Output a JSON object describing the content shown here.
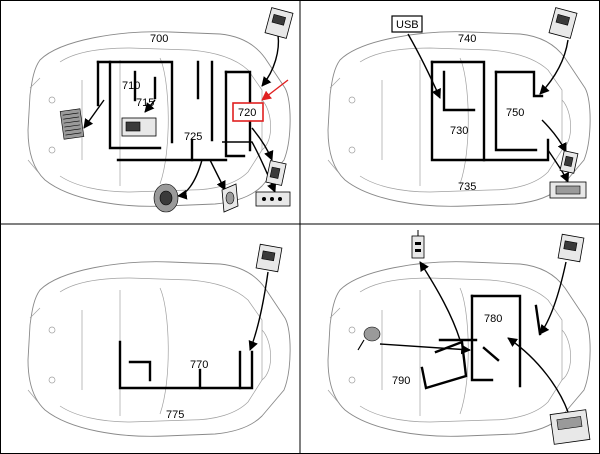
{
  "labels": {
    "p700": "700",
    "p710": "710",
    "p715": "715",
    "p720": "720",
    "p725": "725",
    "p740": "740",
    "p730": "730",
    "p750": "750",
    "p735": "735",
    "usb": "USB",
    "p770": "770",
    "p775": "775",
    "p780": "780",
    "p790": "790"
  },
  "colors": {
    "highlight": "#e02020",
    "harness": "#000000",
    "car_outline": "#8a8a8a"
  }
}
